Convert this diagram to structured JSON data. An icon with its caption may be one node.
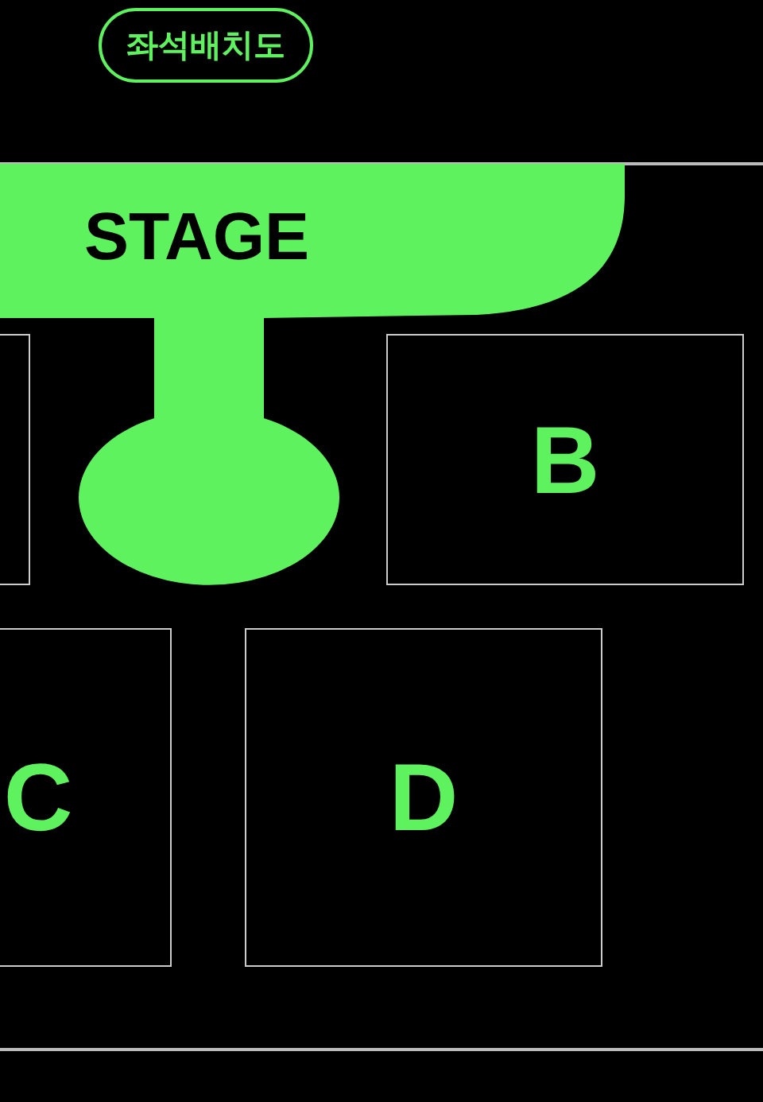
{
  "diagram": {
    "title": "좌석배치도",
    "nodes": [
      {
        "text": [
          "STAGE"
        ]
      },
      {
        "text": [],
        "shape": "box"
      },
      {
        "text": [
          "B"
        ]
      },
      {
        "text": [
          "C"
        ]
      },
      {
        "text": [
          "D"
        ]
      }
    ]
  }
}
